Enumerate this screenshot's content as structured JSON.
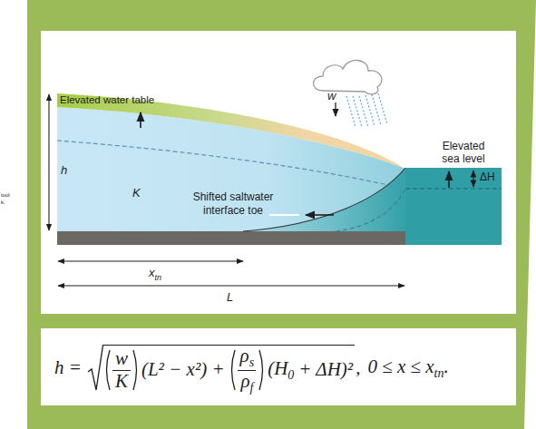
{
  "diagram": {
    "labels": [
      "tool",
      "k.",
      "w",
      "Elevated water table",
      "h",
      "K",
      "Elevated sea level",
      "ΔH",
      "Shifted saltwater interface toe",
      "x",
      "tn",
      "L",
      "h =",
      "w",
      "K",
      "(L² − x²) +",
      "ρ",
      "s",
      "ρ",
      "f",
      "(H",
      "0",
      "+ ΔH)²",
      ",",
      "0 ≤ x ≤ x",
      "tn",
      "."
    ]
  }
}
